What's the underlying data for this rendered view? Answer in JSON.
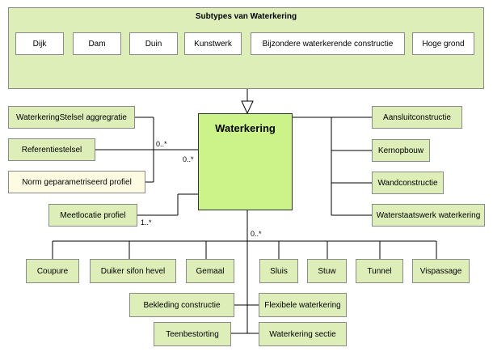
{
  "group": {
    "title": "Subtypes van Waterkering",
    "subtypes": [
      "Dijk",
      "Dam",
      "Duin",
      "Kunstwerk",
      "Bijzondere waterkerende constructie",
      "Hoge grond"
    ]
  },
  "main": {
    "title": "Waterkering"
  },
  "left_items": [
    "WaterkeringStelsel aggregratie",
    "Referentiestelsel",
    "Norm geparametriseerd profiel",
    "Meetlocatie profiel"
  ],
  "right_items": [
    "Aansluitconstructie",
    "Kernopbouw",
    "Wandconstructie",
    "Waterstaatswerk waterkering"
  ],
  "bottom_row": [
    "Coupure",
    "Duiker sifon hevel",
    "Gemaal",
    "Sluis",
    "Stuw",
    "Tunnel",
    "Vispassage"
  ],
  "lower_left": [
    "Bekleding constructie",
    "Teenbestorting"
  ],
  "lower_right": [
    "Flexibele waterkering",
    "Waterkering sectie"
  ],
  "multiplicities": {
    "left_top": "0..*",
    "left_mid": "0..*",
    "meetlocatie": "1..*",
    "bottom": "0..*"
  },
  "colors": {
    "main": "#ccf38a",
    "box": "#ddeeb9",
    "cream": "#fdfce3",
    "line": "#000000"
  }
}
